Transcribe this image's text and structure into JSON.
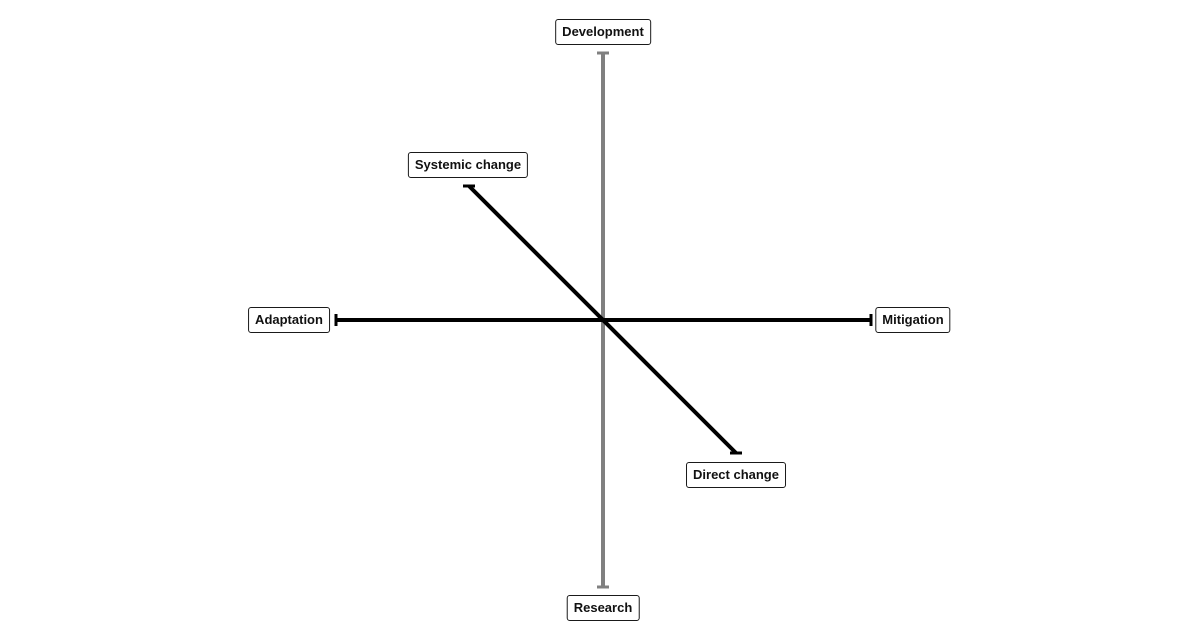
{
  "diagram": {
    "labels": {
      "top": "Development",
      "bottom": "Research",
      "left": "Adaptation",
      "right": "Mitigation",
      "upper_left": "Systemic change",
      "lower_right": "Direct change"
    },
    "colors": {
      "vertical_axis": "#808080",
      "horizontal_axis": "#000000",
      "diagonal_axis": "#000000",
      "label_border": "#1a1a1a"
    }
  }
}
